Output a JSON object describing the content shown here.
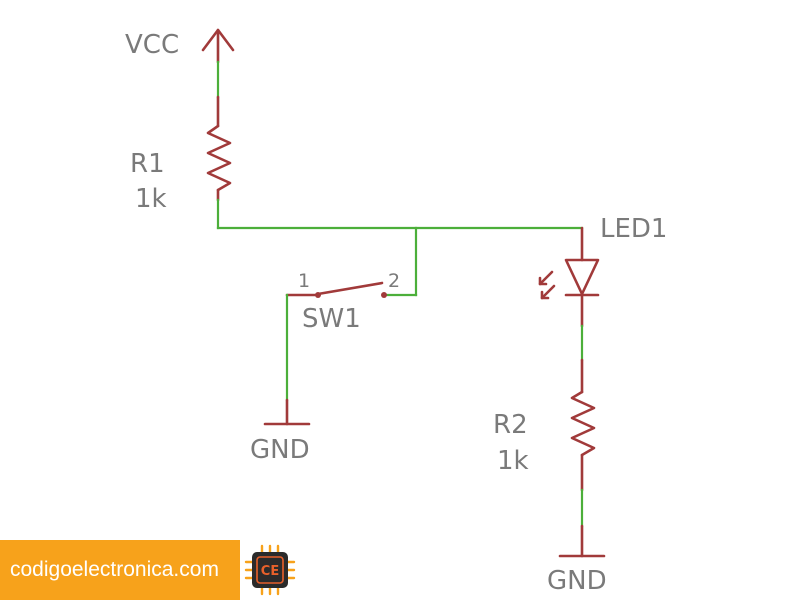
{
  "labels": {
    "vcc": "VCC",
    "r1_name": "R1",
    "r1_value": "1k",
    "sw1_name": "SW1",
    "sw1_pin1": "1",
    "sw1_pin2": "2",
    "led1_name": "LED1",
    "r2_name": "R2",
    "r2_value": "1k",
    "gnd_left": "GND",
    "gnd_right": "GND"
  },
  "watermark": {
    "text": "codigoelectronica.com",
    "logo_text": "CE"
  },
  "colors": {
    "wire": "#4caf3a",
    "component": "#a13a3a",
    "label": "#7a7a7a",
    "banner": "#f7a21b",
    "chip": "#2b2b2b",
    "chip_accent": "#e8602a"
  }
}
